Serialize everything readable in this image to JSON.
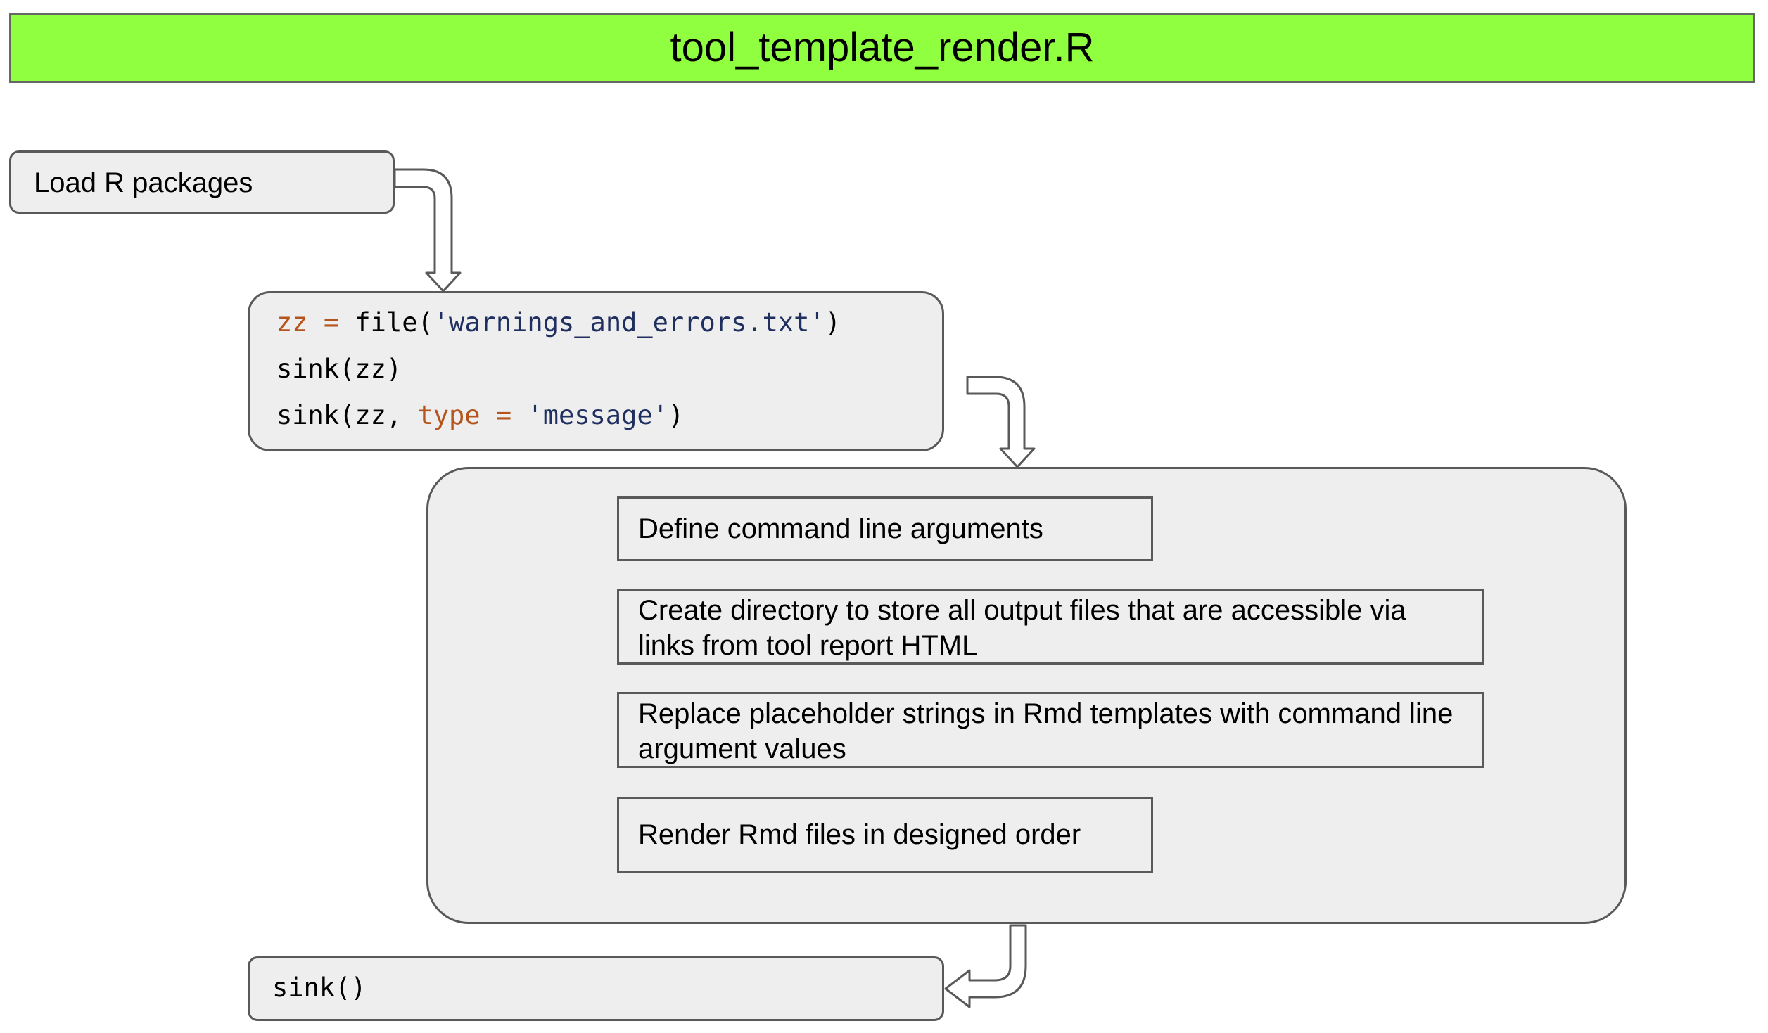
{
  "title": "tool_template_render.R",
  "colors": {
    "banner": "#8fff40",
    "box_fill": "#eeeeee",
    "border": "#595959",
    "code_keyword": "#b5541c",
    "code_string": "#1f2f5f"
  },
  "load_packages": {
    "label": "Load R packages"
  },
  "sink_setup": {
    "line1": {
      "var": "zz",
      "op": " = ",
      "fn": "file(",
      "str": "'warnings_and_errors.txt'",
      "close": ")"
    },
    "line2": {
      "text": "sink(zz)"
    },
    "line3": {
      "start": "sink(zz, ",
      "arg": "type",
      "op": " = ",
      "str": "'message'",
      "close": ")"
    }
  },
  "steps": [
    {
      "label": "Define command line arguments"
    },
    {
      "label": "Create directory to store all output files that are accessible via links from tool report HTML"
    },
    {
      "label": "Replace placeholder strings in Rmd templates with command line argument values"
    },
    {
      "label": "Render Rmd files in designed order"
    }
  ],
  "sink_close": {
    "code": "sink()"
  },
  "arrows": [
    {
      "from": "load-packages-box",
      "to": "sink-setup-box"
    },
    {
      "from": "sink-setup-box",
      "to": "steps-container"
    },
    {
      "from": "steps-container",
      "to": "sink-close-box"
    }
  ]
}
